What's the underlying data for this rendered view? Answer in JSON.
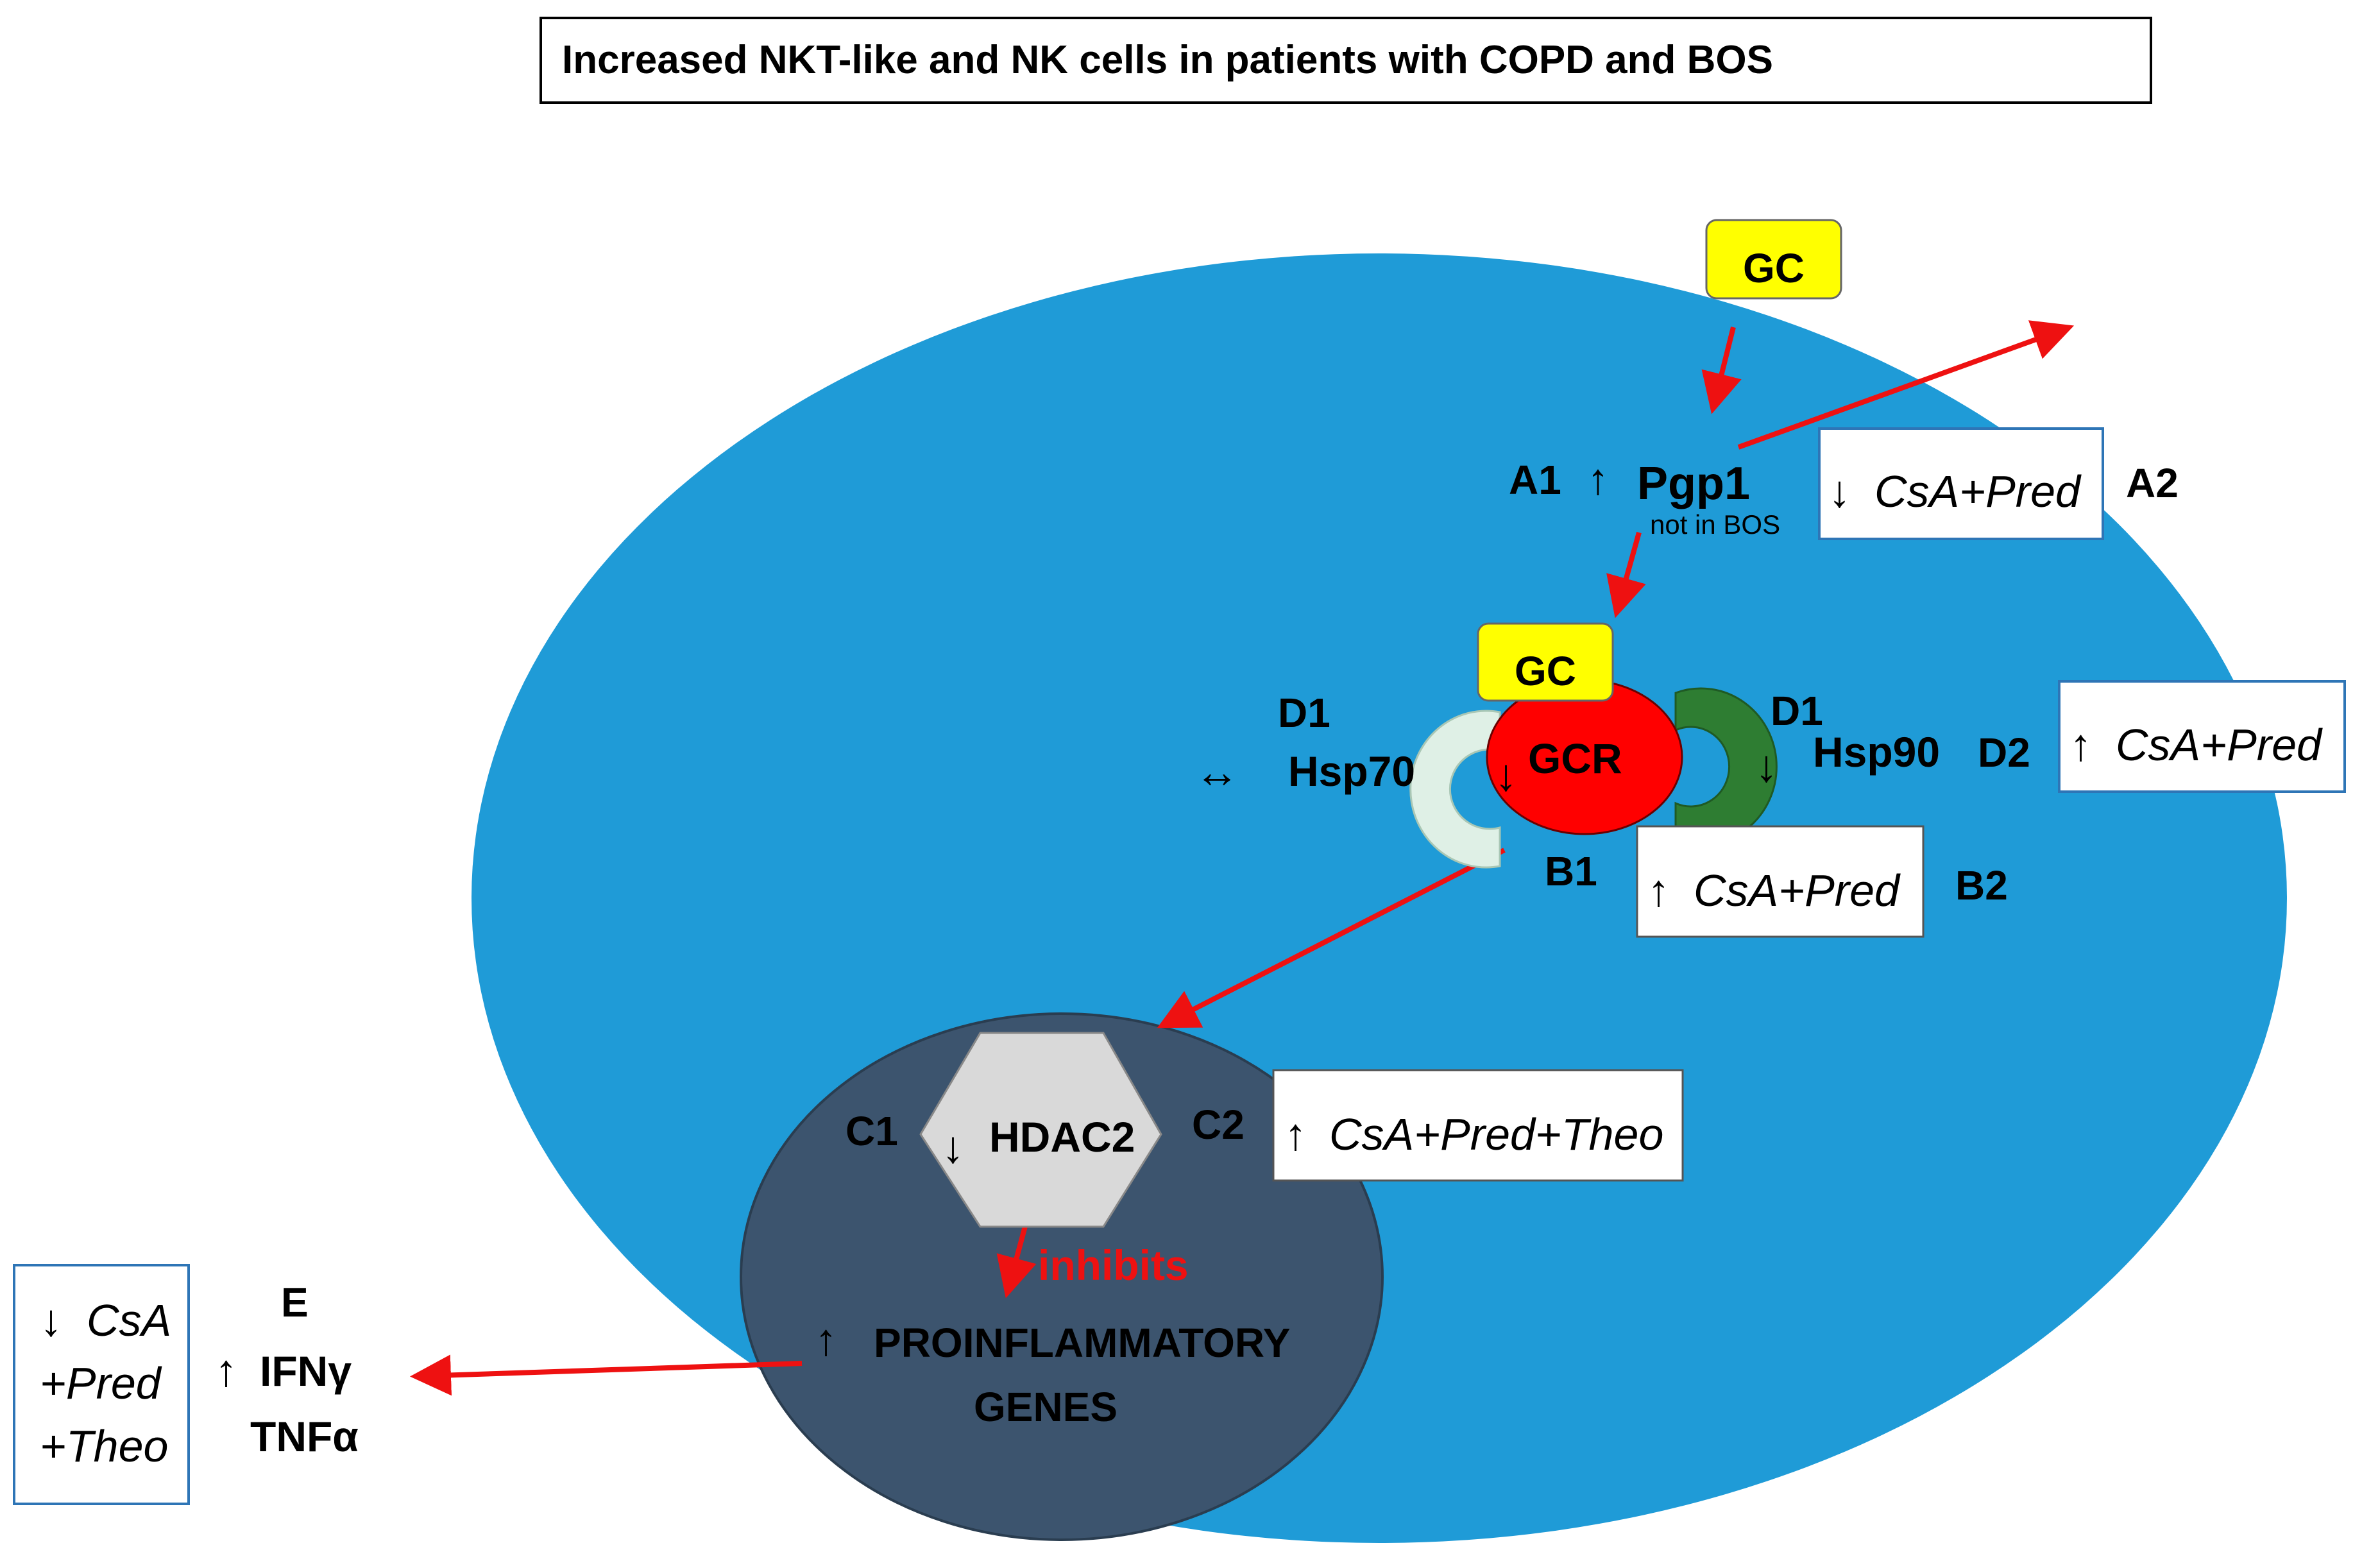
{
  "title": "Increased NKT-like and NK cells in patients with COPD and BOS",
  "colors": {
    "cell": "#1f9bd7",
    "nucleus": "#3c546e",
    "gcr": "#ff0000",
    "gc_box": "#ffff00",
    "hsp90": "#2e7d32",
    "hsp70": "#dff0e6",
    "hdac2": "#d9d9d9",
    "arrow": "#ee1111",
    "box_border": "#2e75b6"
  },
  "gc_outside": "GC",
  "gc_receptor": "GC",
  "pgp1": {
    "label": "A1",
    "arrow": "↑",
    "name": "Pgp1",
    "note": "not in BOS"
  },
  "a2": {
    "arrow": "↓",
    "treatment": "CsA+Pred",
    "label": "A2"
  },
  "gcr": {
    "arrow": "↓",
    "name": "GCR"
  },
  "b1": {
    "label": "B1"
  },
  "b2": {
    "arrow": "↑",
    "treatment": "CsA+Pred",
    "label": "B2"
  },
  "hsp70": {
    "label": "D1",
    "arrow": "↔",
    "name": "Hsp70"
  },
  "hsp90": {
    "label": "D1",
    "arrow": "↓",
    "name": "Hsp90"
  },
  "d2": {
    "label": "D2",
    "arrow": "↑",
    "treatment": "CsA+Pred"
  },
  "hdac2": {
    "c1": "C1",
    "arrow": "↓",
    "name": "HDAC2",
    "c2": "C2"
  },
  "c2_box": {
    "arrow": "↑",
    "treatment": "CsA+Pred+Theo"
  },
  "inhibits": "inhibits",
  "genes": {
    "arrow": "↑",
    "line1": "PROINFLAMMATORY",
    "line2": "GENES"
  },
  "e": {
    "label": "E",
    "arrow": "↑",
    "line1": "IFNγ",
    "line2": "TNFα"
  },
  "e_box": {
    "line1_arrow": "↓",
    "line1": "CsA",
    "line2": "+Pred",
    "line3": "+Theo"
  }
}
